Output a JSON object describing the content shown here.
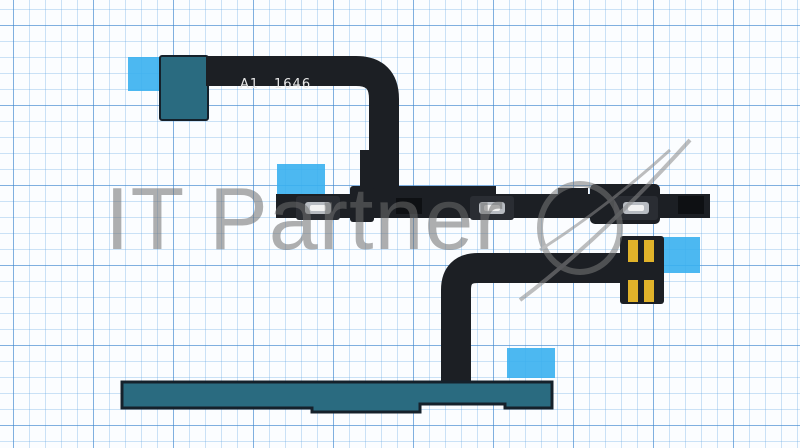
{
  "watermark": {
    "text": "IT Partner",
    "logo": "orbit-swoosh-logo"
  },
  "cable": {
    "marking_1": "A1",
    "marking_2": "1646"
  },
  "colors": {
    "grid_line": "#4287cd",
    "flex_cable": "#1c1f24",
    "stiffener_tape": "#2a6b80",
    "blue_pad": "#38b0f0",
    "contact_pads": "#e0b22a"
  }
}
